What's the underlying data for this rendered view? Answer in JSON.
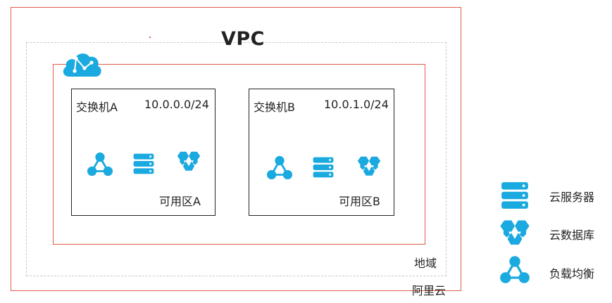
{
  "diagram": {
    "title": "VPC",
    "outer_label": "阿里云",
    "region_label": "地域",
    "subnets": [
      {
        "switch_name": "交换机A",
        "cidr": "10.0.0.0/24",
        "zone": "可用区A"
      },
      {
        "switch_name": "交换机B",
        "cidr": "10.0.1.0/24",
        "zone": "可用区B"
      }
    ],
    "legend": [
      {
        "icon": "server-icon",
        "label": "云服务器"
      },
      {
        "icon": "database-icon",
        "label": "云数据库"
      },
      {
        "icon": "load-balancer-icon",
        "label": "负载均衡"
      }
    ],
    "colors": {
      "accent": "#1aaae0",
      "border_red": "#e25c48",
      "dashed_gray": "#c9c9c9"
    }
  }
}
